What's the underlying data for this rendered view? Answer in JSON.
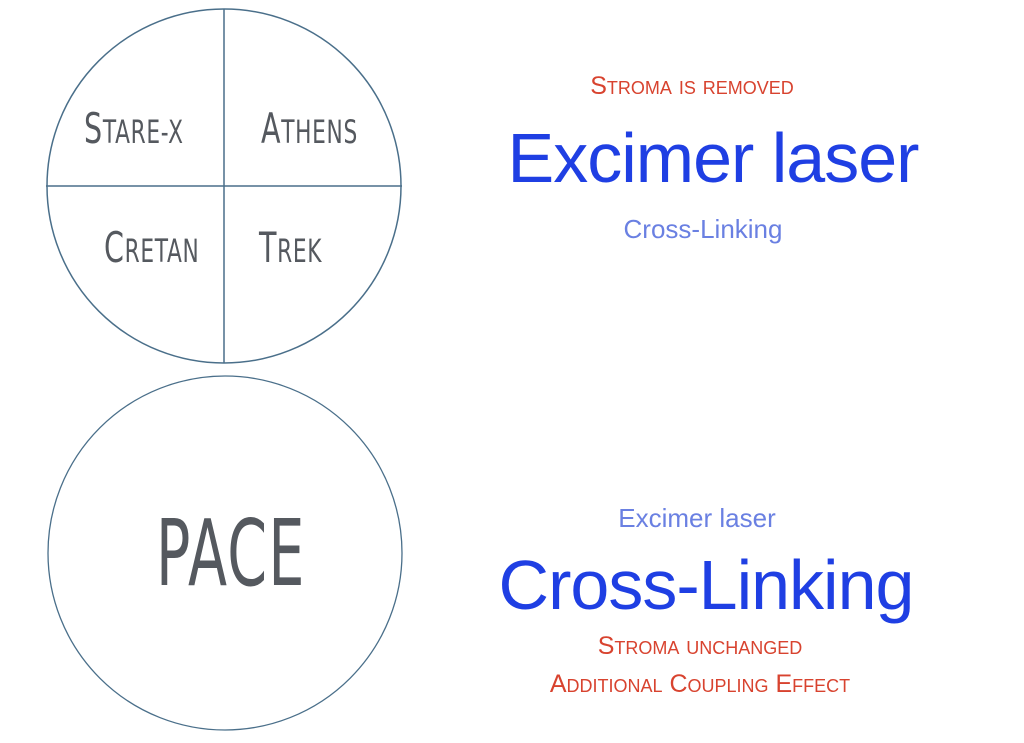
{
  "colors": {
    "circle_stroke": "#4a6f8a",
    "label_gray": "#55595f",
    "primary_blue": "#1f3fe3",
    "secondary_blue": "#6a80e2",
    "accent_red": "#d8432f",
    "background": "#ffffff"
  },
  "top_circle": {
    "quadrants": [
      {
        "position": "top-left",
        "first": "S",
        "rest": "TARE-X",
        "label": "Stare-X"
      },
      {
        "position": "top-right",
        "first": "A",
        "rest": "THENS",
        "label": "Athens"
      },
      {
        "position": "bottom-left",
        "first": "C",
        "rest": "RETAN",
        "label": "Cretan"
      },
      {
        "position": "bottom-right",
        "first": "T",
        "rest": "REK",
        "label": "Trek"
      }
    ]
  },
  "top_text": {
    "subtitle_red": "Stroma is removed",
    "title": "Excimer laser",
    "secondary": "Cross-Linking"
  },
  "bottom_circle": {
    "label": "PACE"
  },
  "bottom_text": {
    "secondary": "Excimer laser",
    "title": "Cross-Linking",
    "note_red_1": "Stroma unchanged",
    "note_red_2": "Additional Coupling Effect"
  }
}
